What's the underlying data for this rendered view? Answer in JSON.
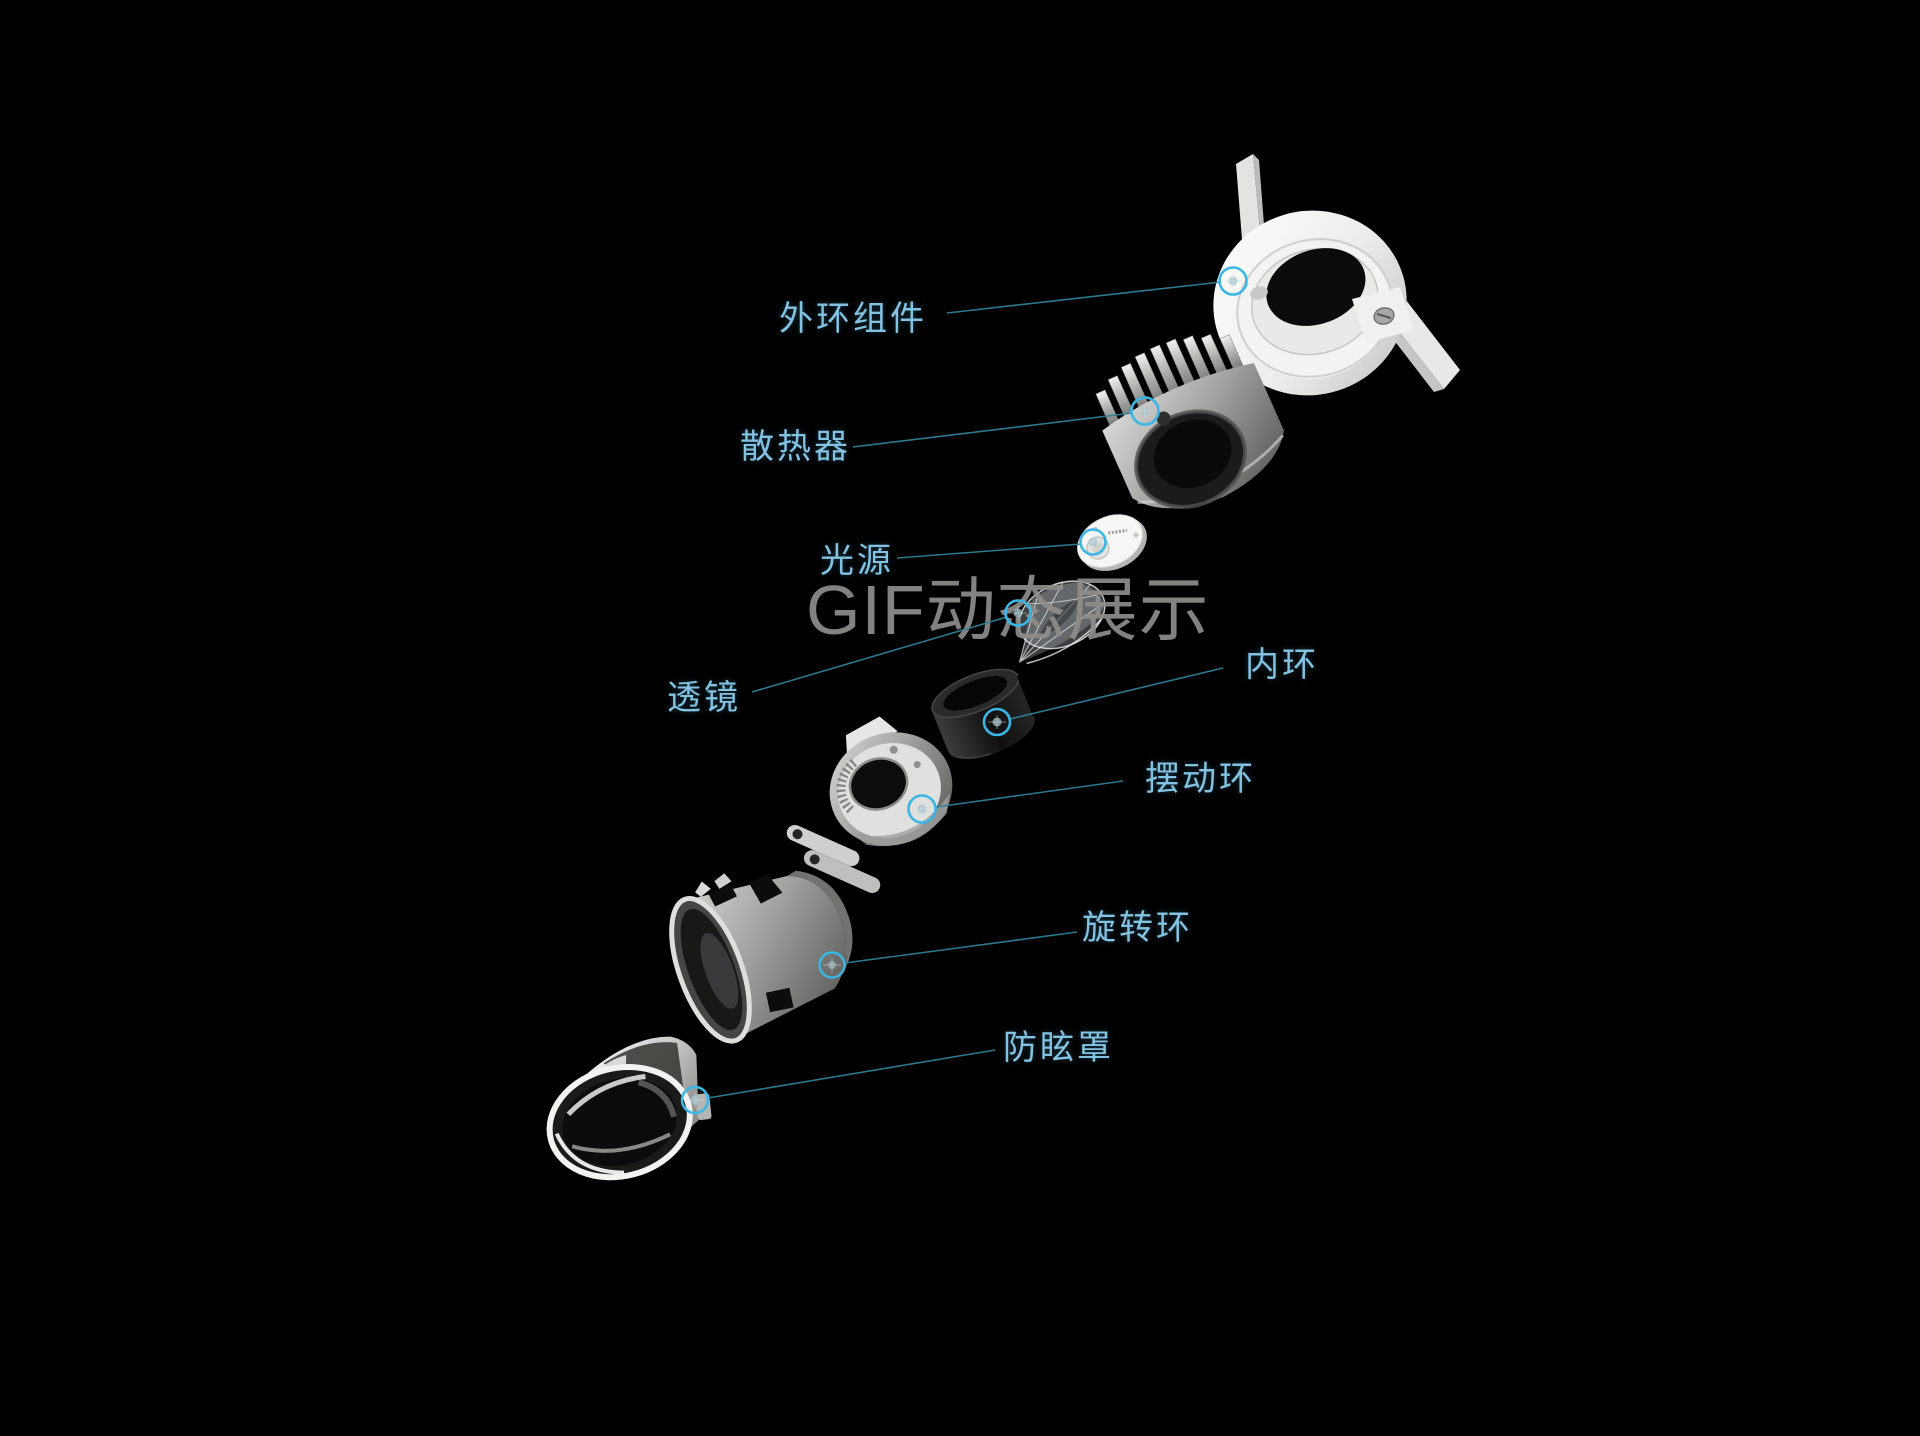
{
  "watermark": {
    "text": "GIF动态展示",
    "color": "#8e8e8c"
  },
  "colors": {
    "background": "#000000",
    "label_text": "#82c2e2",
    "leader_line": "#2e8098",
    "hotspot_ring": "#3ab7e6",
    "watermark": "#8e8e8c"
  },
  "icons": {
    "hotspot": "crosshair-target-icon"
  },
  "parts": [
    {
      "id": "outer-ring",
      "label": "外环组件"
    },
    {
      "id": "heatsink",
      "label": "散热器"
    },
    {
      "id": "light-source",
      "label": "光源"
    },
    {
      "id": "lens",
      "label": "透镜"
    },
    {
      "id": "inner-ring",
      "label": "内环"
    },
    {
      "id": "swing-ring",
      "label": "摆动环"
    },
    {
      "id": "rotating-ring",
      "label": "旋转环"
    },
    {
      "id": "anti-glare",
      "label": "防眩罩"
    }
  ]
}
